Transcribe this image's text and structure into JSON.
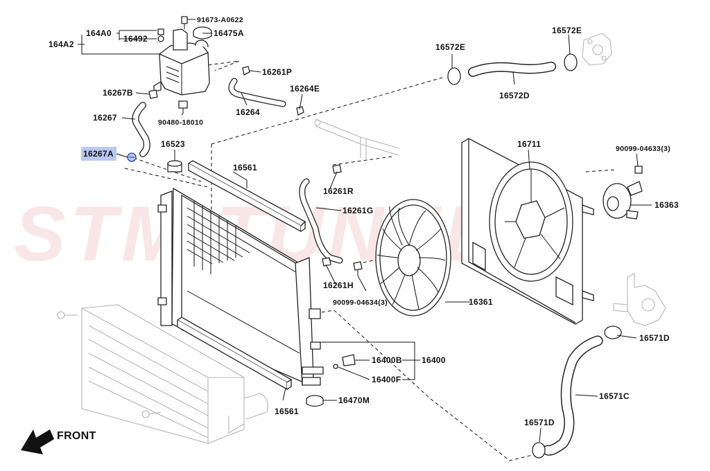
{
  "watermark": {
    "text": "STM TUNED",
    "color": "#e06a6a"
  },
  "front": {
    "label": "FRONT"
  },
  "highlight_color": "#b9c8ef",
  "callouts": {
    "p164A0": "164A0",
    "p164A2": "164A2",
    "p16492": "16492",
    "p91673": "91673-A0622",
    "p16475A": "16475A",
    "p16261P": "16261P",
    "p16264E": "16264E",
    "p16264": "16264",
    "p16267B": "16267B",
    "p16267": "16267",
    "p90480": "90480-18010",
    "p16267A": "16267A",
    "p16523": "16523",
    "p16572E_left": "16572E",
    "p16572E_right": "16572E",
    "p16572D": "16572D",
    "p16561_top": "16561",
    "p16561_bottom": "16561",
    "p16261R": "16261R",
    "p16261G": "16261G",
    "p16261H": "16261H",
    "p90099_04634": "90099-04634(3)",
    "p16361": "16361",
    "p16711": "16711",
    "p90099_04633": "90099-04633(3)",
    "p16363": "16363",
    "p16571D_top": "16571D",
    "p16571D_bottom": "16571D",
    "p16571C": "16571C",
    "p16400B": "16400B",
    "p16400F": "16400F",
    "p16400": "16400",
    "p16470M": "16470M"
  }
}
